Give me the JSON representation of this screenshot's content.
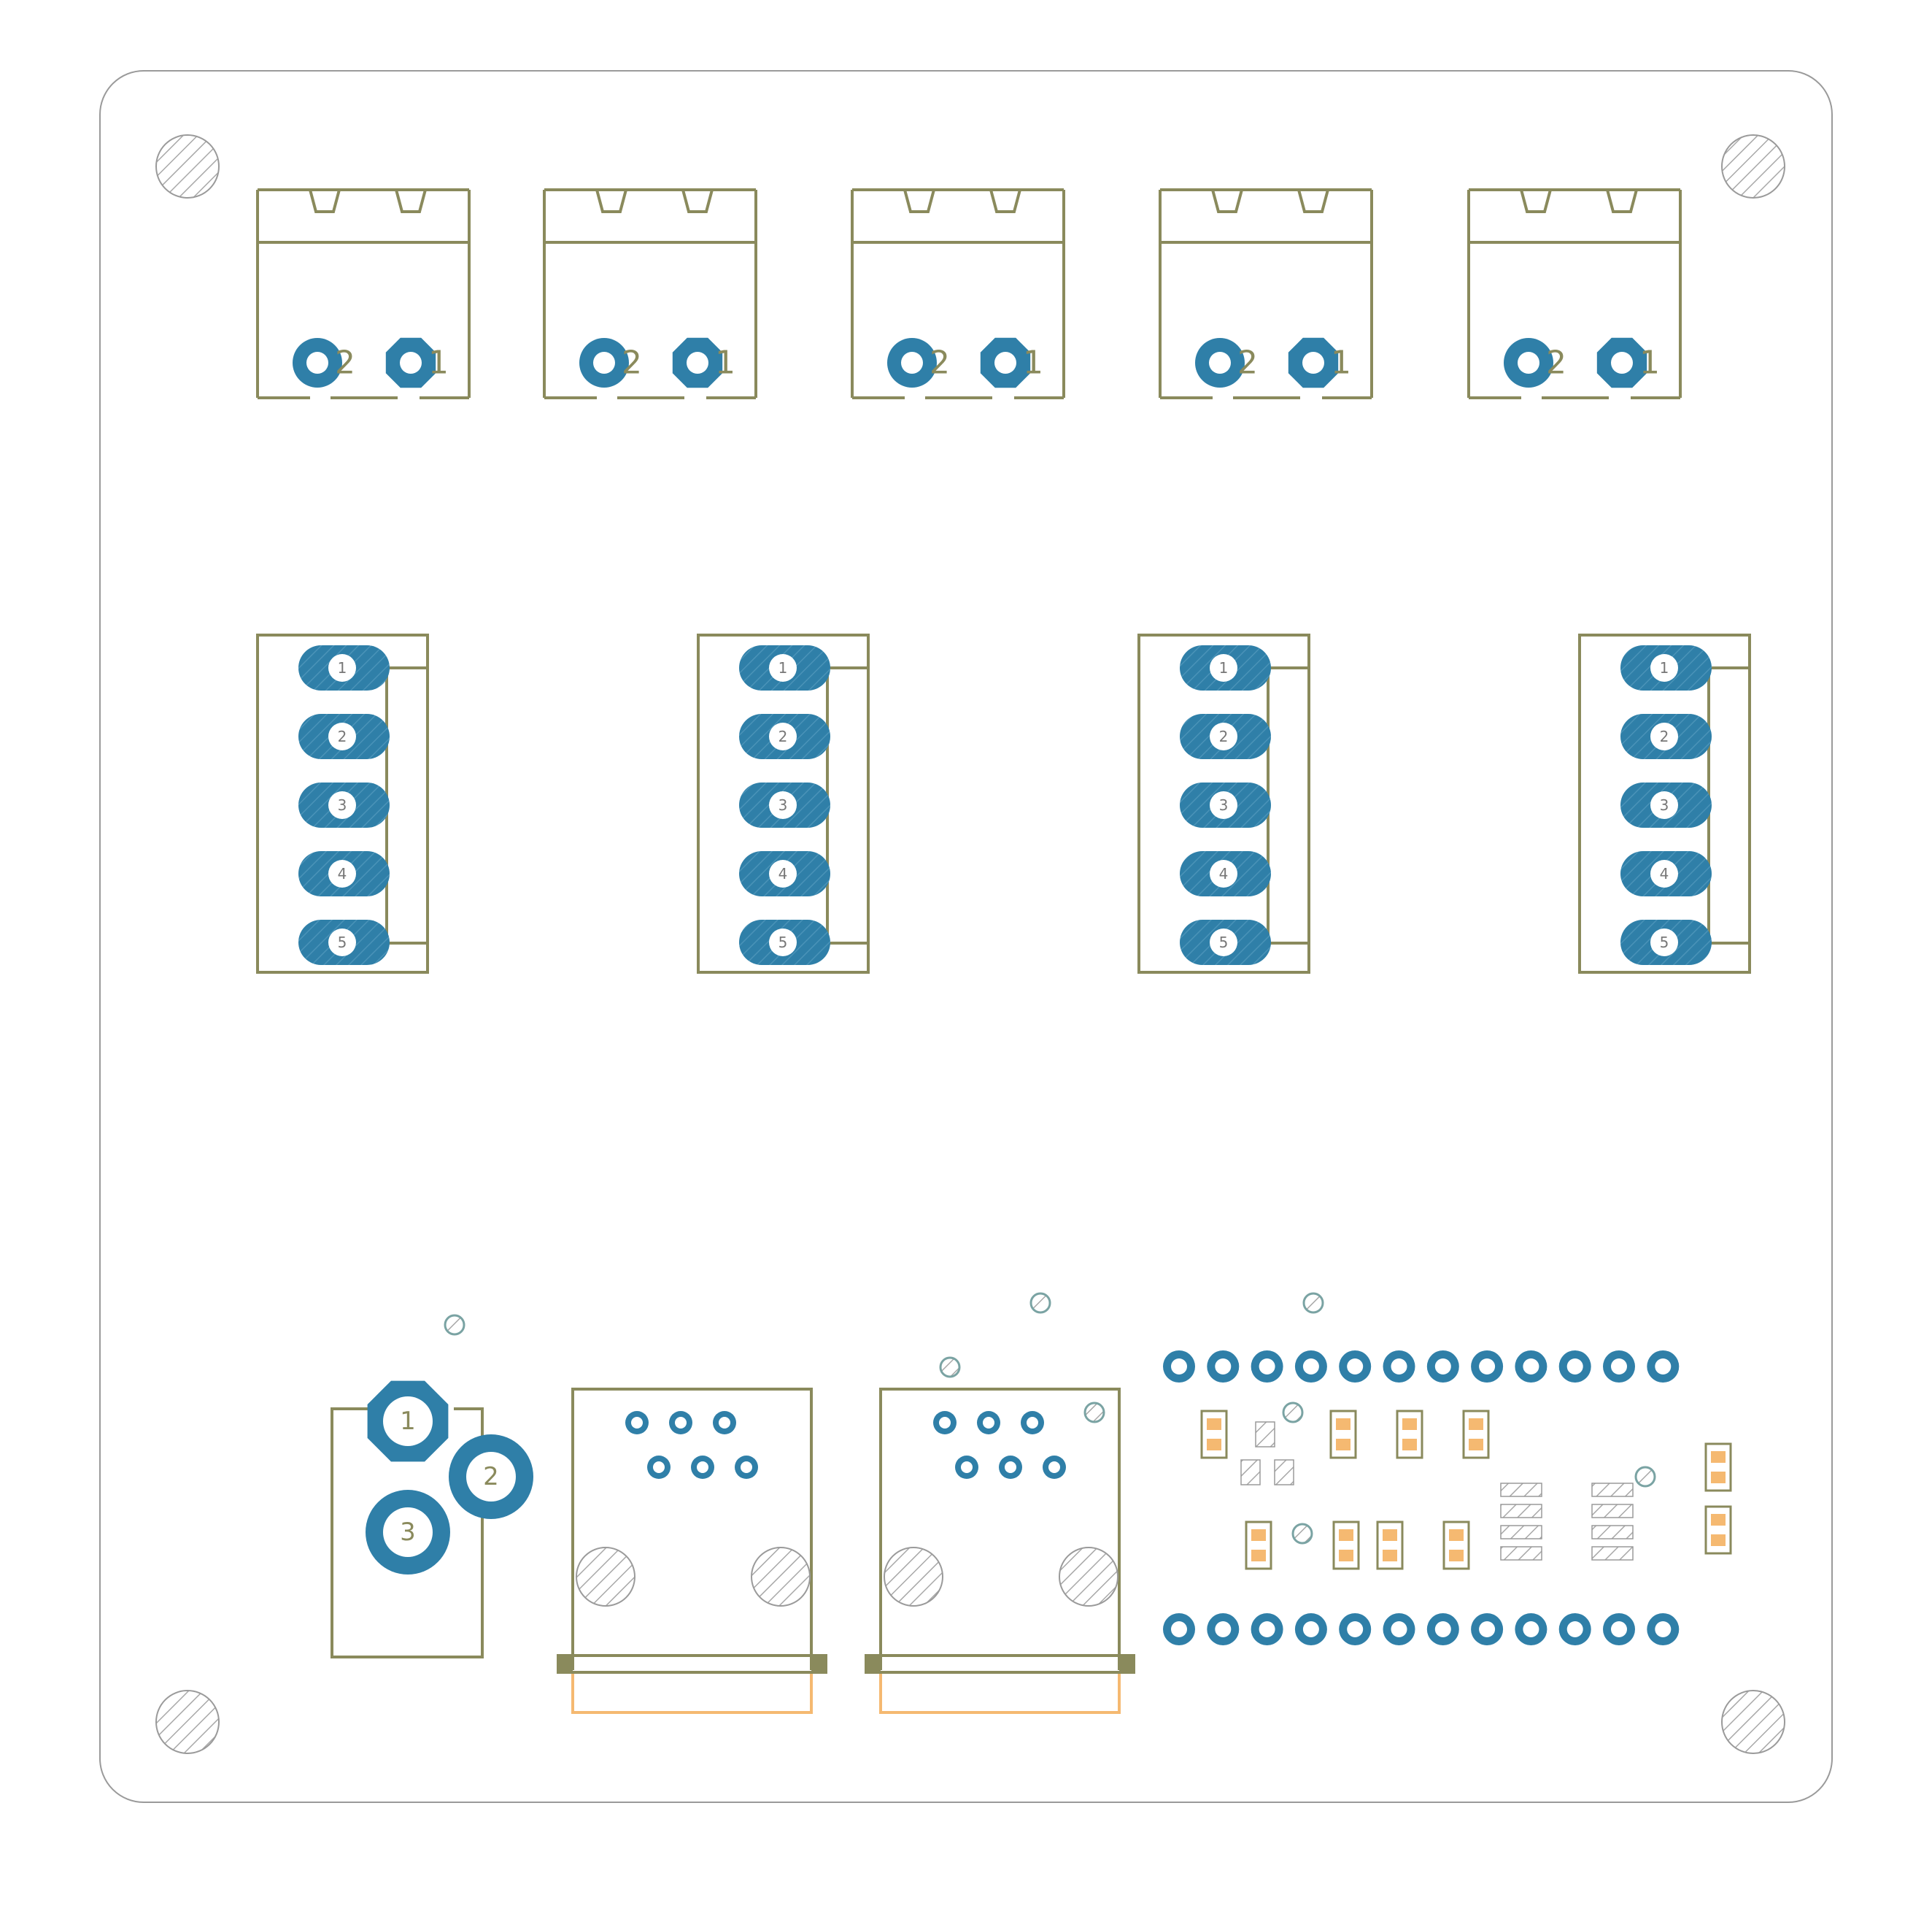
{
  "colors": {
    "silkscreen": "#8a8a5c",
    "copper": "#2f7fa8",
    "smd": "#f5b971",
    "outline": "#9a9a9a",
    "hatch": "#a8a8a8"
  },
  "two_pin_terminals": {
    "count": 5,
    "pin_labels": [
      "2",
      "1"
    ]
  },
  "five_pin_headers": {
    "count": 4,
    "pin_labels": [
      "1",
      "2",
      "3",
      "4",
      "5"
    ]
  },
  "power_jack": {
    "pin_labels": [
      "1",
      "2",
      "3"
    ]
  },
  "rj_connectors": {
    "count": 2
  },
  "module_header": {
    "pins_per_row": 12,
    "rows": 2
  }
}
